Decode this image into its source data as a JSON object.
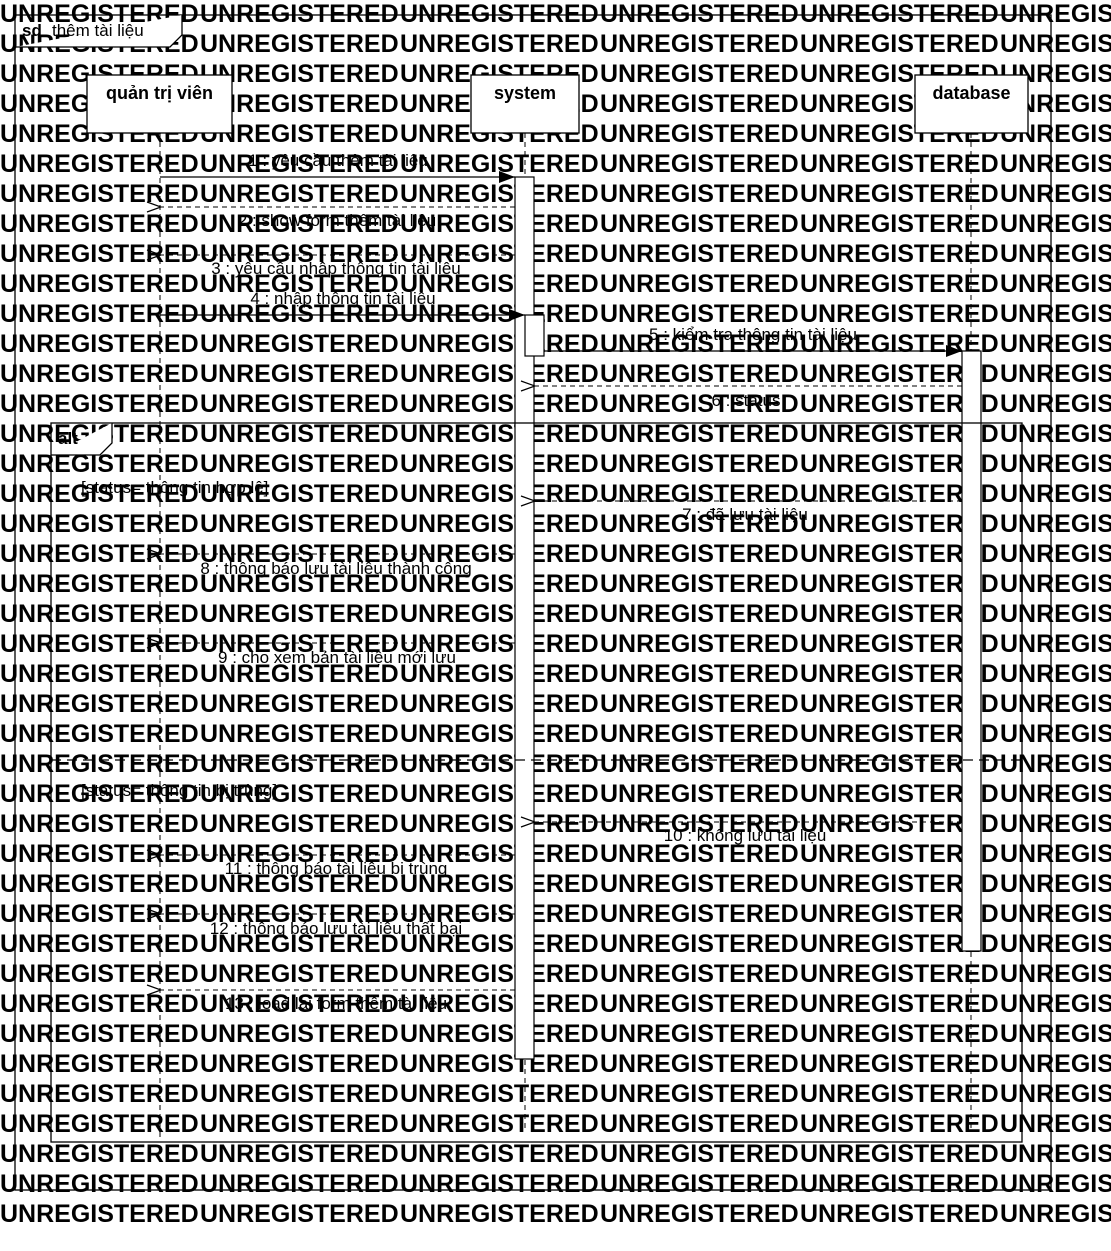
{
  "watermark": "UNREGISTERED",
  "frame": {
    "keyword": "sd",
    "name": "thêm tài liệu"
  },
  "lifelines": [
    {
      "id": "admin",
      "label": "quản trị viên"
    },
    {
      "id": "system",
      "label": "system"
    },
    {
      "id": "database",
      "label": "database"
    }
  ],
  "alt": {
    "label": "alt",
    "guards": [
      "[status= thông tin hợp lệ]",
      "[status= thông tin bị trùng]"
    ]
  },
  "messages": [
    {
      "label": "1 : yêu cầu thêm tài liệu",
      "from": "admin",
      "to": "system",
      "kind": "sync"
    },
    {
      "label": "2 : show form thêm tài liệu",
      "from": "system",
      "to": "admin",
      "kind": "reply"
    },
    {
      "label": "3 : yêu cầu nhập thông tin tài liệu",
      "from": "system",
      "to": "admin",
      "kind": "reply"
    },
    {
      "label": "4 : nhập thông tin tài liệu",
      "from": "admin",
      "to": "system",
      "kind": "sync"
    },
    {
      "label": "5 : kiểm tra thông tin tài liệu",
      "from": "system",
      "to": "database",
      "kind": "sync"
    },
    {
      "label": "6 : status",
      "from": "database",
      "to": "system",
      "kind": "reply"
    },
    {
      "label": "7 : đã lưu tài liệu",
      "from": "database",
      "to": "system",
      "kind": "reply"
    },
    {
      "label": "8 : thông báo lưu tài liệu thành công",
      "from": "system",
      "to": "admin",
      "kind": "reply"
    },
    {
      "label": "9 : cho xem bản tài liệu mới lưu",
      "from": "system",
      "to": "admin",
      "kind": "reply"
    },
    {
      "label": "10 : không lưu tài liệu",
      "from": "database",
      "to": "system",
      "kind": "reply"
    },
    {
      "label": "11 : thông báo tài liệu bị trùng",
      "from": "system",
      "to": "admin",
      "kind": "reply"
    },
    {
      "label": "12 : thông báo lưu tài liệu thất bại",
      "from": "system",
      "to": "admin",
      "kind": "reply"
    },
    {
      "label": "13 : load lại form thêm tài liệu",
      "from": "system",
      "to": "admin",
      "kind": "reply"
    }
  ]
}
